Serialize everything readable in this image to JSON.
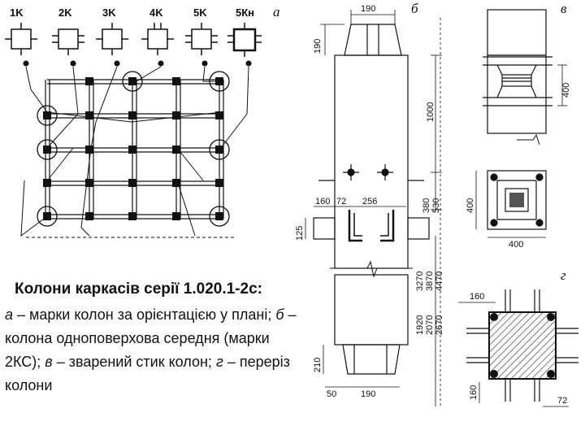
{
  "panel_labels": {
    "a": "а",
    "b": "б",
    "v": "в",
    "g": "г"
  },
  "column_marks": [
    "1K",
    "2K",
    "3K",
    "4K",
    "5K",
    "5Кн"
  ],
  "dims_b": {
    "top_width": "190",
    "top_height": "190",
    "upper_len": "1000",
    "mid_a": "380",
    "mid_b": "530",
    "h160": "160",
    "h72": "72",
    "h256": "256",
    "h125": "125",
    "lower_1": "3270",
    "lower_2": "3870",
    "lower_3": "4470",
    "lower_4": "1920",
    "lower_5": "2070",
    "lower_6": "2670",
    "base_210": "210",
    "base_50": "50",
    "base_190": "190"
  },
  "dims_v": {
    "h400": "400",
    "side400": "400",
    "bottom400": "400"
  },
  "dims_g": {
    "top160": "160",
    "side160": "160",
    "b72": "72"
  },
  "caption": {
    "title": "Колони каркасів серії 1.020.1-2с:",
    "letter_a": "а",
    "text_a": " – марки колон за орієнтацією у плані; ",
    "letter_b": "б",
    "text_b": " – колона одноповерхова середня (марки 2КС); ",
    "letter_v": "в",
    "text_v": " – зварений стик колон; ",
    "letter_g": "г",
    "text_g": " – переріз колони"
  }
}
